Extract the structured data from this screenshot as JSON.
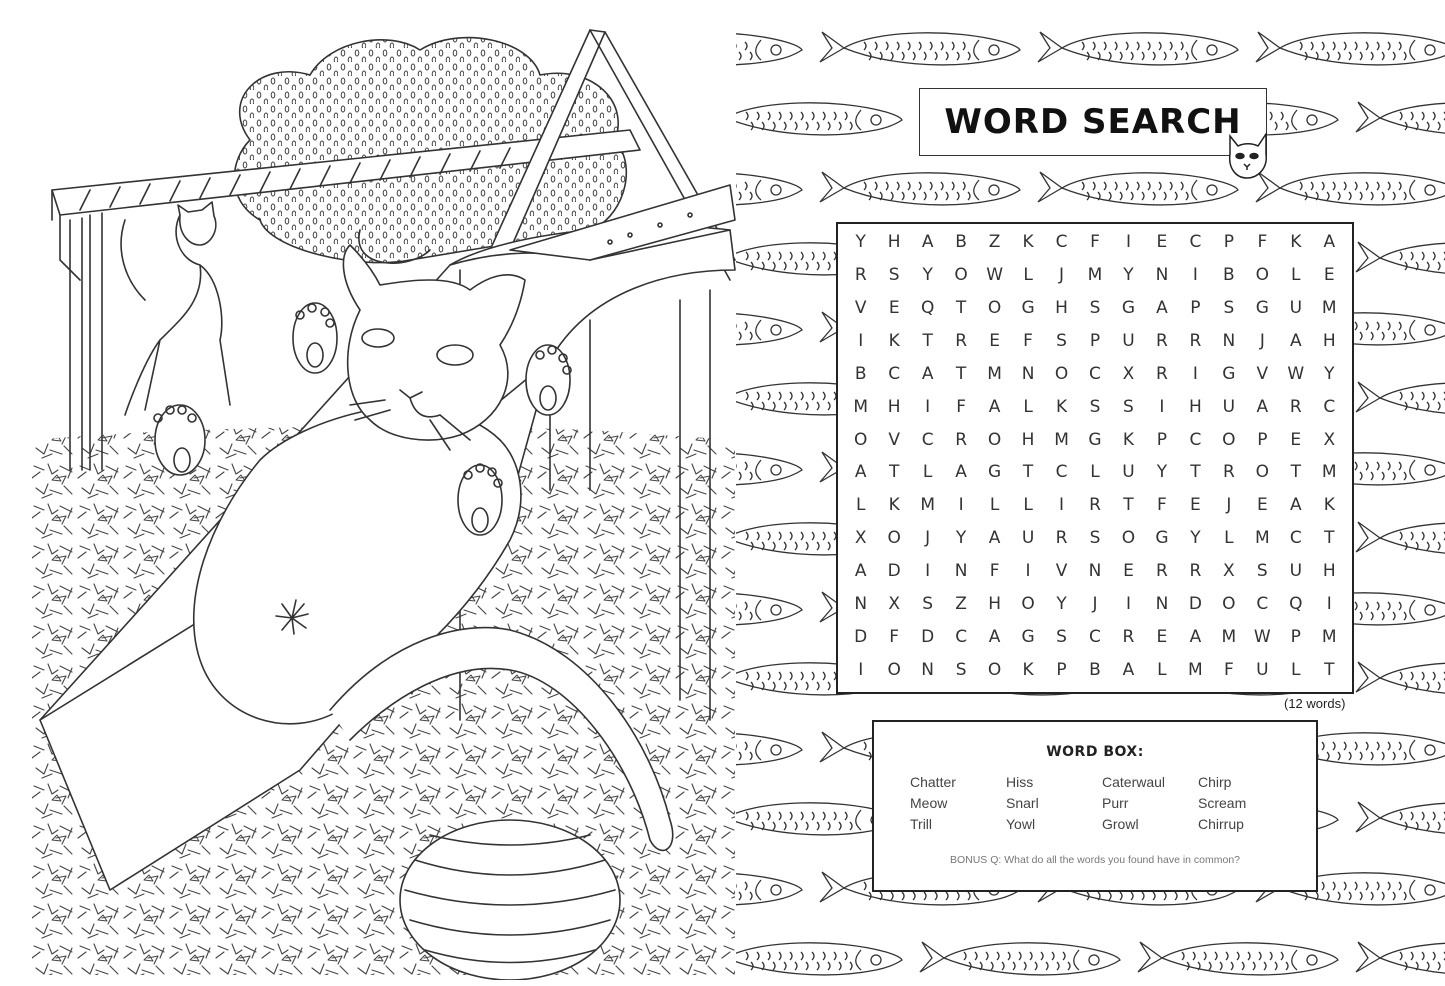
{
  "title": "WORD SEARCH",
  "grid": [
    [
      "Y",
      "H",
      "A",
      "B",
      "Z",
      "K",
      "C",
      "F",
      "I",
      "E",
      "C",
      "P",
      "F",
      "K",
      "A"
    ],
    [
      "R",
      "S",
      "Y",
      "O",
      "W",
      "L",
      "J",
      "M",
      "Y",
      "N",
      "I",
      "B",
      "O",
      "L",
      "E"
    ],
    [
      "V",
      "E",
      "Q",
      "T",
      "O",
      "G",
      "H",
      "S",
      "G",
      "A",
      "P",
      "S",
      "G",
      "U",
      "M"
    ],
    [
      "I",
      "K",
      "T",
      "R",
      "E",
      "F",
      "S",
      "P",
      "U",
      "R",
      "R",
      "N",
      "J",
      "A",
      "H"
    ],
    [
      "B",
      "C",
      "A",
      "T",
      "M",
      "N",
      "O",
      "C",
      "X",
      "R",
      "I",
      "G",
      "V",
      "W",
      "Y"
    ],
    [
      "M",
      "H",
      "I",
      "F",
      "A",
      "L",
      "K",
      "S",
      "S",
      "I",
      "H",
      "U",
      "A",
      "R",
      "C"
    ],
    [
      "O",
      "V",
      "C",
      "R",
      "O",
      "H",
      "M",
      "G",
      "K",
      "P",
      "C",
      "O",
      "P",
      "E",
      "X"
    ],
    [
      "A",
      "T",
      "L",
      "A",
      "G",
      "T",
      "C",
      "L",
      "U",
      "Y",
      "T",
      "R",
      "O",
      "T",
      "M"
    ],
    [
      "L",
      "K",
      "M",
      "I",
      "L",
      "L",
      "I",
      "R",
      "T",
      "F",
      "E",
      "J",
      "E",
      "A",
      "K"
    ],
    [
      "X",
      "O",
      "J",
      "Y",
      "A",
      "U",
      "R",
      "S",
      "O",
      "G",
      "Y",
      "L",
      "M",
      "C",
      "T"
    ],
    [
      "A",
      "D",
      "I",
      "N",
      "F",
      "I",
      "V",
      "N",
      "E",
      "R",
      "R",
      "X",
      "S",
      "U",
      "H"
    ],
    [
      "N",
      "X",
      "S",
      "Z",
      "H",
      "O",
      "Y",
      "J",
      "I",
      "N",
      "D",
      "O",
      "C",
      "Q",
      "I"
    ],
    [
      "D",
      "F",
      "D",
      "C",
      "A",
      "G",
      "S",
      "C",
      "R",
      "E",
      "A",
      "M",
      "W",
      "P",
      "M"
    ],
    [
      "I",
      "O",
      "N",
      "S",
      "O",
      "K",
      "P",
      "B",
      "A",
      "L",
      "M",
      "F",
      "U",
      "L",
      "T"
    ]
  ],
  "word_count": "(12 words)",
  "word_box": {
    "title": "WORD BOX:",
    "words": [
      "Chatter",
      "Hiss",
      "Caterwaul",
      "Chirp",
      "Meow",
      "Snarl",
      "Purr",
      "Scream",
      "Trill",
      "Yowl",
      "Growl",
      "Chirrup"
    ],
    "bonus": "BONUS Q: What do all the words you found have in common?"
  },
  "colors": {
    "line": "#333333",
    "paper": "#ffffff"
  }
}
